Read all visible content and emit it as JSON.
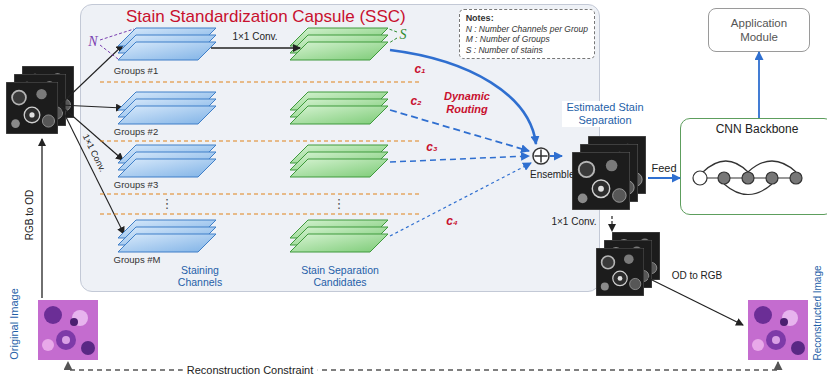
{
  "diagram": {
    "nodes": [
      {
        "text": [
          "Original Image"
        ]
      },
      {
        "text": [
          "Stain Standardization Capsule (SSC)"
        ]
      },
      {
        "text": [
          "Notes:",
          "N : Number Channels per Group",
          "M : Number of Groups",
          "S : Number of stains"
        ],
        "in": 1
      },
      {
        "text": [
          "Ensemble"
        ],
        "in": 1
      },
      {
        "text": [
          "Estimated Stain Separation"
        ]
      },
      {
        "text": [
          "Application Module"
        ]
      },
      {
        "text": [
          "CNN Backbone"
        ]
      },
      {
        "text": [
          "Reconstructed Image"
        ]
      }
    ],
    "edges": [
      {
        "from": 3,
        "to": 4,
        "arrow": "to"
      },
      {
        "from": 4,
        "to": 6,
        "label": "Feed",
        "arrow": "to"
      },
      {
        "from": 6,
        "to": 5,
        "arrow": "to"
      },
      {
        "from": 7,
        "to": 0,
        "label": "Reconstruction Constraint",
        "arrow": "both"
      }
    ],
    "labels": [
      "RGB to OD",
      "N",
      "1×1 Conv.",
      "S",
      "Groups #1",
      "Groups #2",
      "Groups #3",
      "⋮",
      "⋮",
      "Groups #M",
      "1×1 Conv.",
      "Staining Channels",
      "Stain Separation Candidates",
      "c₁",
      "c₂",
      "c₃",
      "c₄",
      "Dynamic Routing",
      "1×1 Conv.",
      "OD to RGB"
    ]
  }
}
